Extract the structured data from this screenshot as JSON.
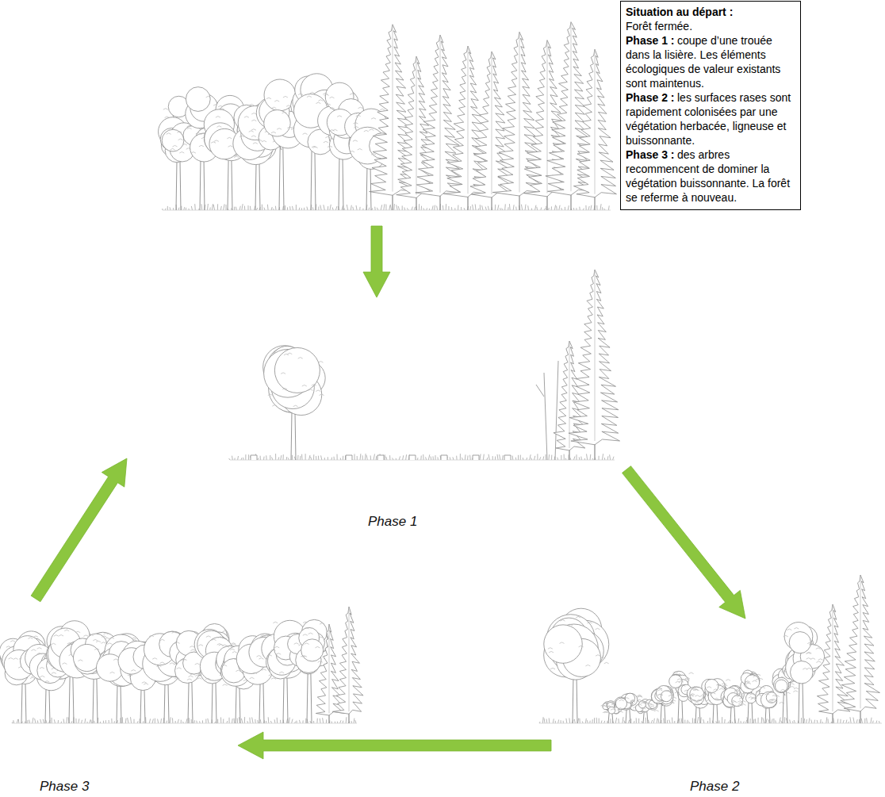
{
  "diagram": {
    "nodes": [
      {
        "text": [
          "Situation au départ :",
          "Forêt fermée.",
          "Phase 1 :",
          "coupe d’une trouée dans la lisière. Les éléments écologiques de valeur existants sont maintenus.",
          "Phase 2 :",
          "les surfaces rases sont rapidement colonisées par une végétation herbacée, ligneuse et buissonnante.",
          "Phase 3 :",
          "des arbres recommencent de dominer la végétation buissonnante. La forêt se referme à nouveau."
        ]
      }
    ],
    "labels": [
      "Phase 1",
      "Phase 2",
      "Phase 3"
    ]
  }
}
